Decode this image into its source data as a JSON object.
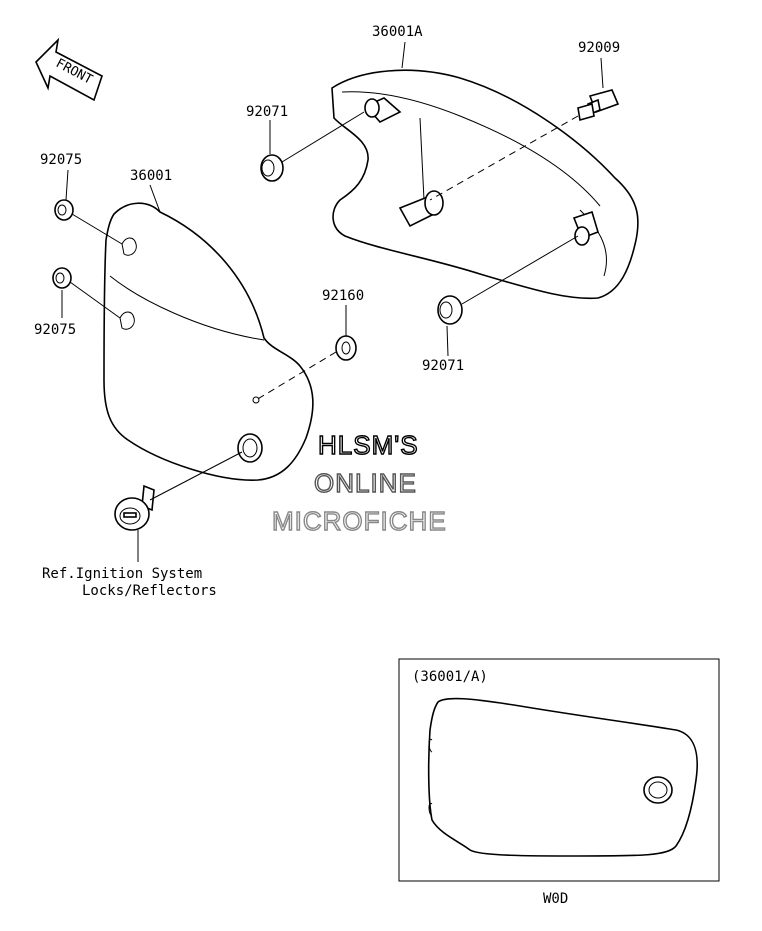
{
  "front_arrow": {
    "label": "FRONT"
  },
  "parts": {
    "p36001A": "36001A",
    "p92009": "92009",
    "p92071_top": "92071",
    "p92075_top": "92075",
    "p36001": "36001",
    "p92075_bottom": "92075",
    "p92160": "92160",
    "p92071_bottom": "92071"
  },
  "reference_note": {
    "line1": "Ref.Ignition System",
    "line2": "Locks/Reflectors"
  },
  "watermark": {
    "line1": "HLSM'S",
    "line2": "ONLINE",
    "line3": "MICROFICHE",
    "color1": "#000000",
    "color2": "#555555",
    "color3": "#888888"
  },
  "inset": {
    "title": "(36001/A)",
    "caption": "W0D"
  }
}
